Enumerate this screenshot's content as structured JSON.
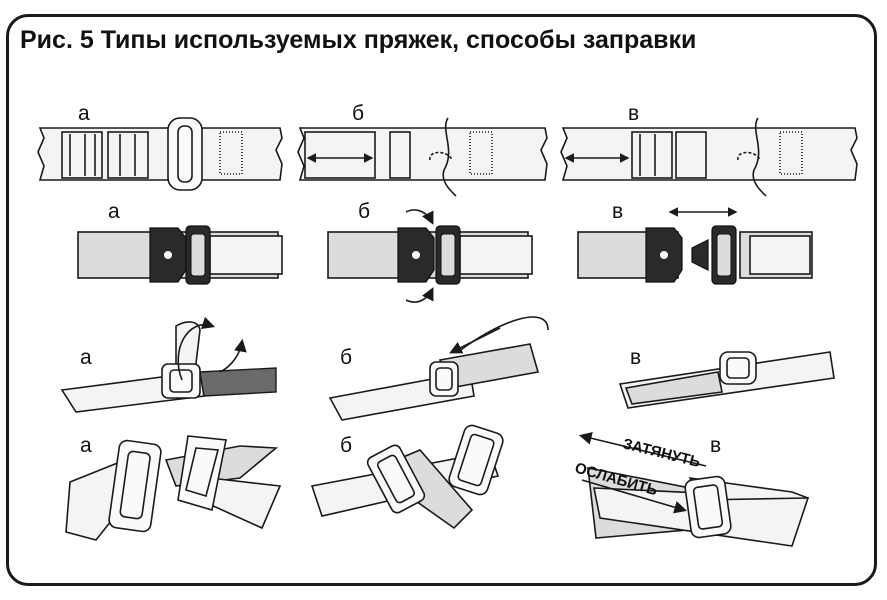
{
  "figure": {
    "title": "Рис. 5 Типы используемых пряжек, способы заправки"
  },
  "labels": {
    "row1": [
      "а",
      "б",
      "в"
    ],
    "row2": [
      "а",
      "б",
      "в"
    ],
    "row3": [
      "а",
      "б",
      "в"
    ],
    "row4": [
      "а",
      "б",
      "в"
    ]
  },
  "annotations": {
    "tighten": "ЗАТЯНУТЬ",
    "loosen": "ОСЛАБИТЬ"
  }
}
